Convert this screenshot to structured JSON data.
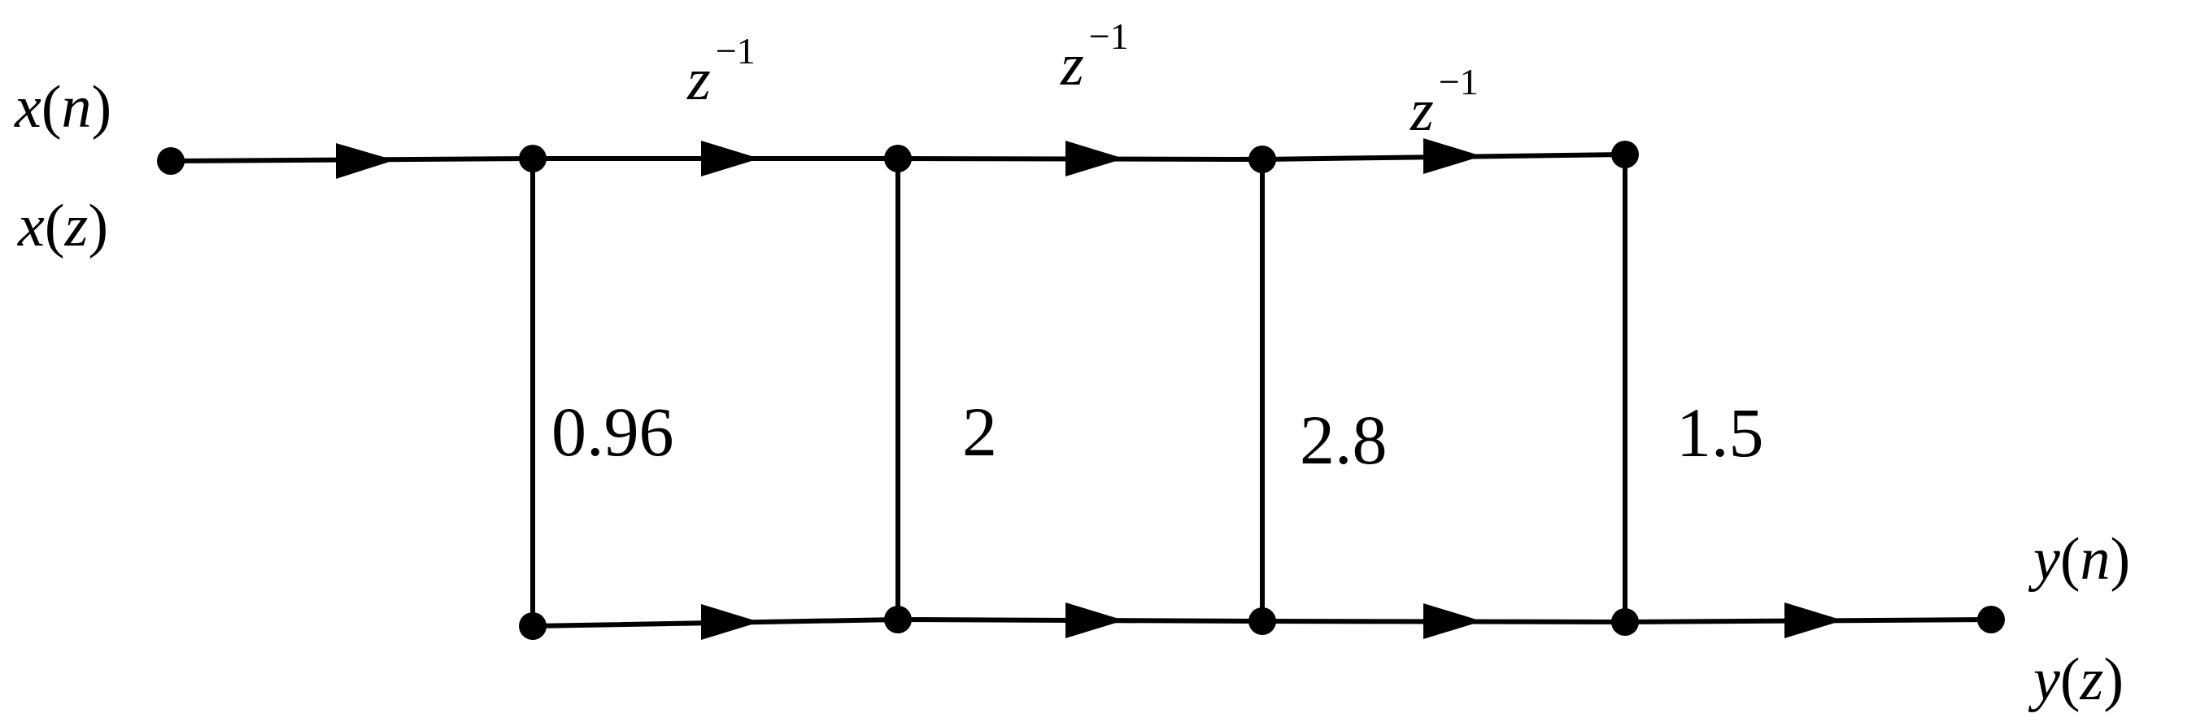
{
  "input": {
    "time_label": {
      "fn": "x",
      "arg": "n"
    },
    "z_label": {
      "fn": "x",
      "arg": "z"
    }
  },
  "output": {
    "time_label": {
      "fn": "y",
      "arg": "n"
    },
    "z_label": {
      "fn": "y",
      "arg": "z"
    }
  },
  "delays": [
    {
      "base": "z",
      "exponent": "−1"
    },
    {
      "base": "z",
      "exponent": "−1"
    },
    {
      "base": "z",
      "exponent": "−1"
    }
  ],
  "coefficients": [
    "0.96",
    "2",
    "2.8",
    "1.5"
  ]
}
